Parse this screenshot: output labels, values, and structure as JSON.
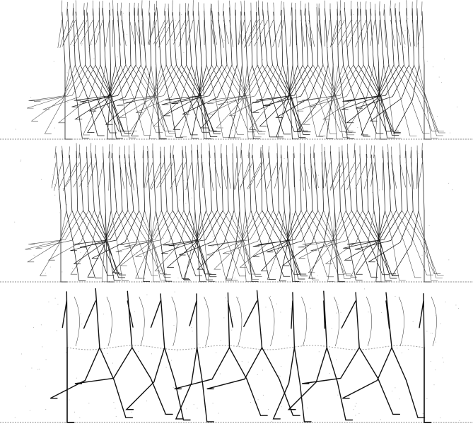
{
  "figure": {
    "description_panels": 3,
    "panels": [
      {
        "name": "panel-top",
        "gait": "dense",
        "frame_count": 72,
        "stride_count": 4,
        "ink": "#1a1a1a"
      },
      {
        "name": "panel-middle",
        "gait": "dense",
        "frame_count": 66,
        "stride_count": 4,
        "ink": "#1a1a1a"
      },
      {
        "name": "panel-bottom",
        "gait": "sparse",
        "frame_count": 12,
        "stride_count": 4,
        "ink": "#111111"
      }
    ],
    "ground_color": "#8a8a8a",
    "background": "#ffffff"
  }
}
